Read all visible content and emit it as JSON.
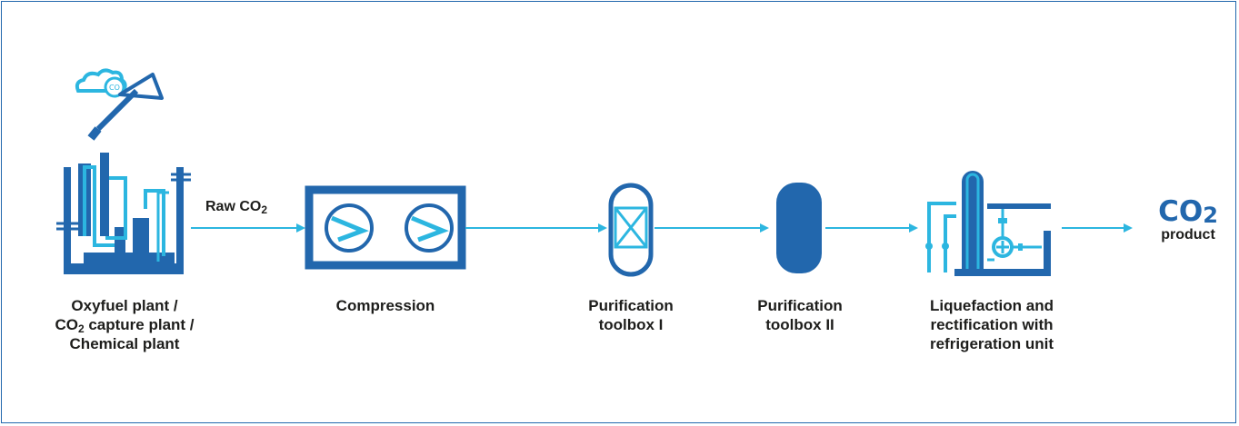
{
  "colors": {
    "dark_blue": "#2267ad",
    "light_blue": "#2cb6e0",
    "text": "#1d1d1b"
  },
  "icons": [
    "co2-cloud-icon",
    "net-icon",
    "plant-icon",
    "compressor-icon",
    "purifier-icon",
    "vessel-icon",
    "liquefaction-column-icon"
  ],
  "stream": {
    "raw_prefix": "Raw CO",
    "raw_sub": "2"
  },
  "product": {
    "formula": "CO",
    "sub": "2",
    "label": "product"
  },
  "steps": {
    "oxyfuel": {
      "line1": "Oxyfuel plant /",
      "line2_prefix": "CO",
      "line2_sub": "2",
      "line2_suffix": " capture plant /",
      "line3": "Chemical plant"
    },
    "compression": {
      "line1": "Compression"
    },
    "purification1": {
      "line1": "Purification",
      "line2": "toolbox I"
    },
    "purification2": {
      "line1": "Purification",
      "line2": "toolbox II"
    },
    "liquefaction": {
      "line1": "Liquefaction and",
      "line2": "rectification with",
      "line3": "refrigeration unit"
    }
  }
}
